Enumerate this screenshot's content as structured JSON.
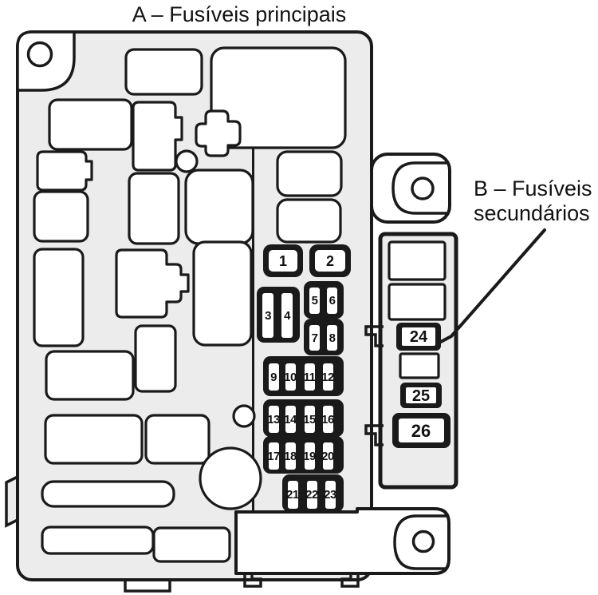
{
  "title_a": "A – Fusíveis principais",
  "label_b": {
    "line1": "B – Fusíveis",
    "line2": "secundários"
  },
  "main_fuse_numbers": [
    "1",
    "2",
    "3",
    "4",
    "5",
    "6",
    "7",
    "8",
    "9",
    "10",
    "11",
    "12",
    "13",
    "14",
    "15",
    "16",
    "17",
    "18",
    "19",
    "20",
    "21",
    "22",
    "23"
  ],
  "secondary_fuse_numbers": [
    "24",
    "25",
    "26"
  ],
  "colors": {
    "background": "#ffffff",
    "box_fill": "#ececec",
    "outline": "#1a1a1a",
    "component_fill": "#ffffff",
    "fuse_block_fill": "#1a1a1a",
    "text": "#111111"
  }
}
